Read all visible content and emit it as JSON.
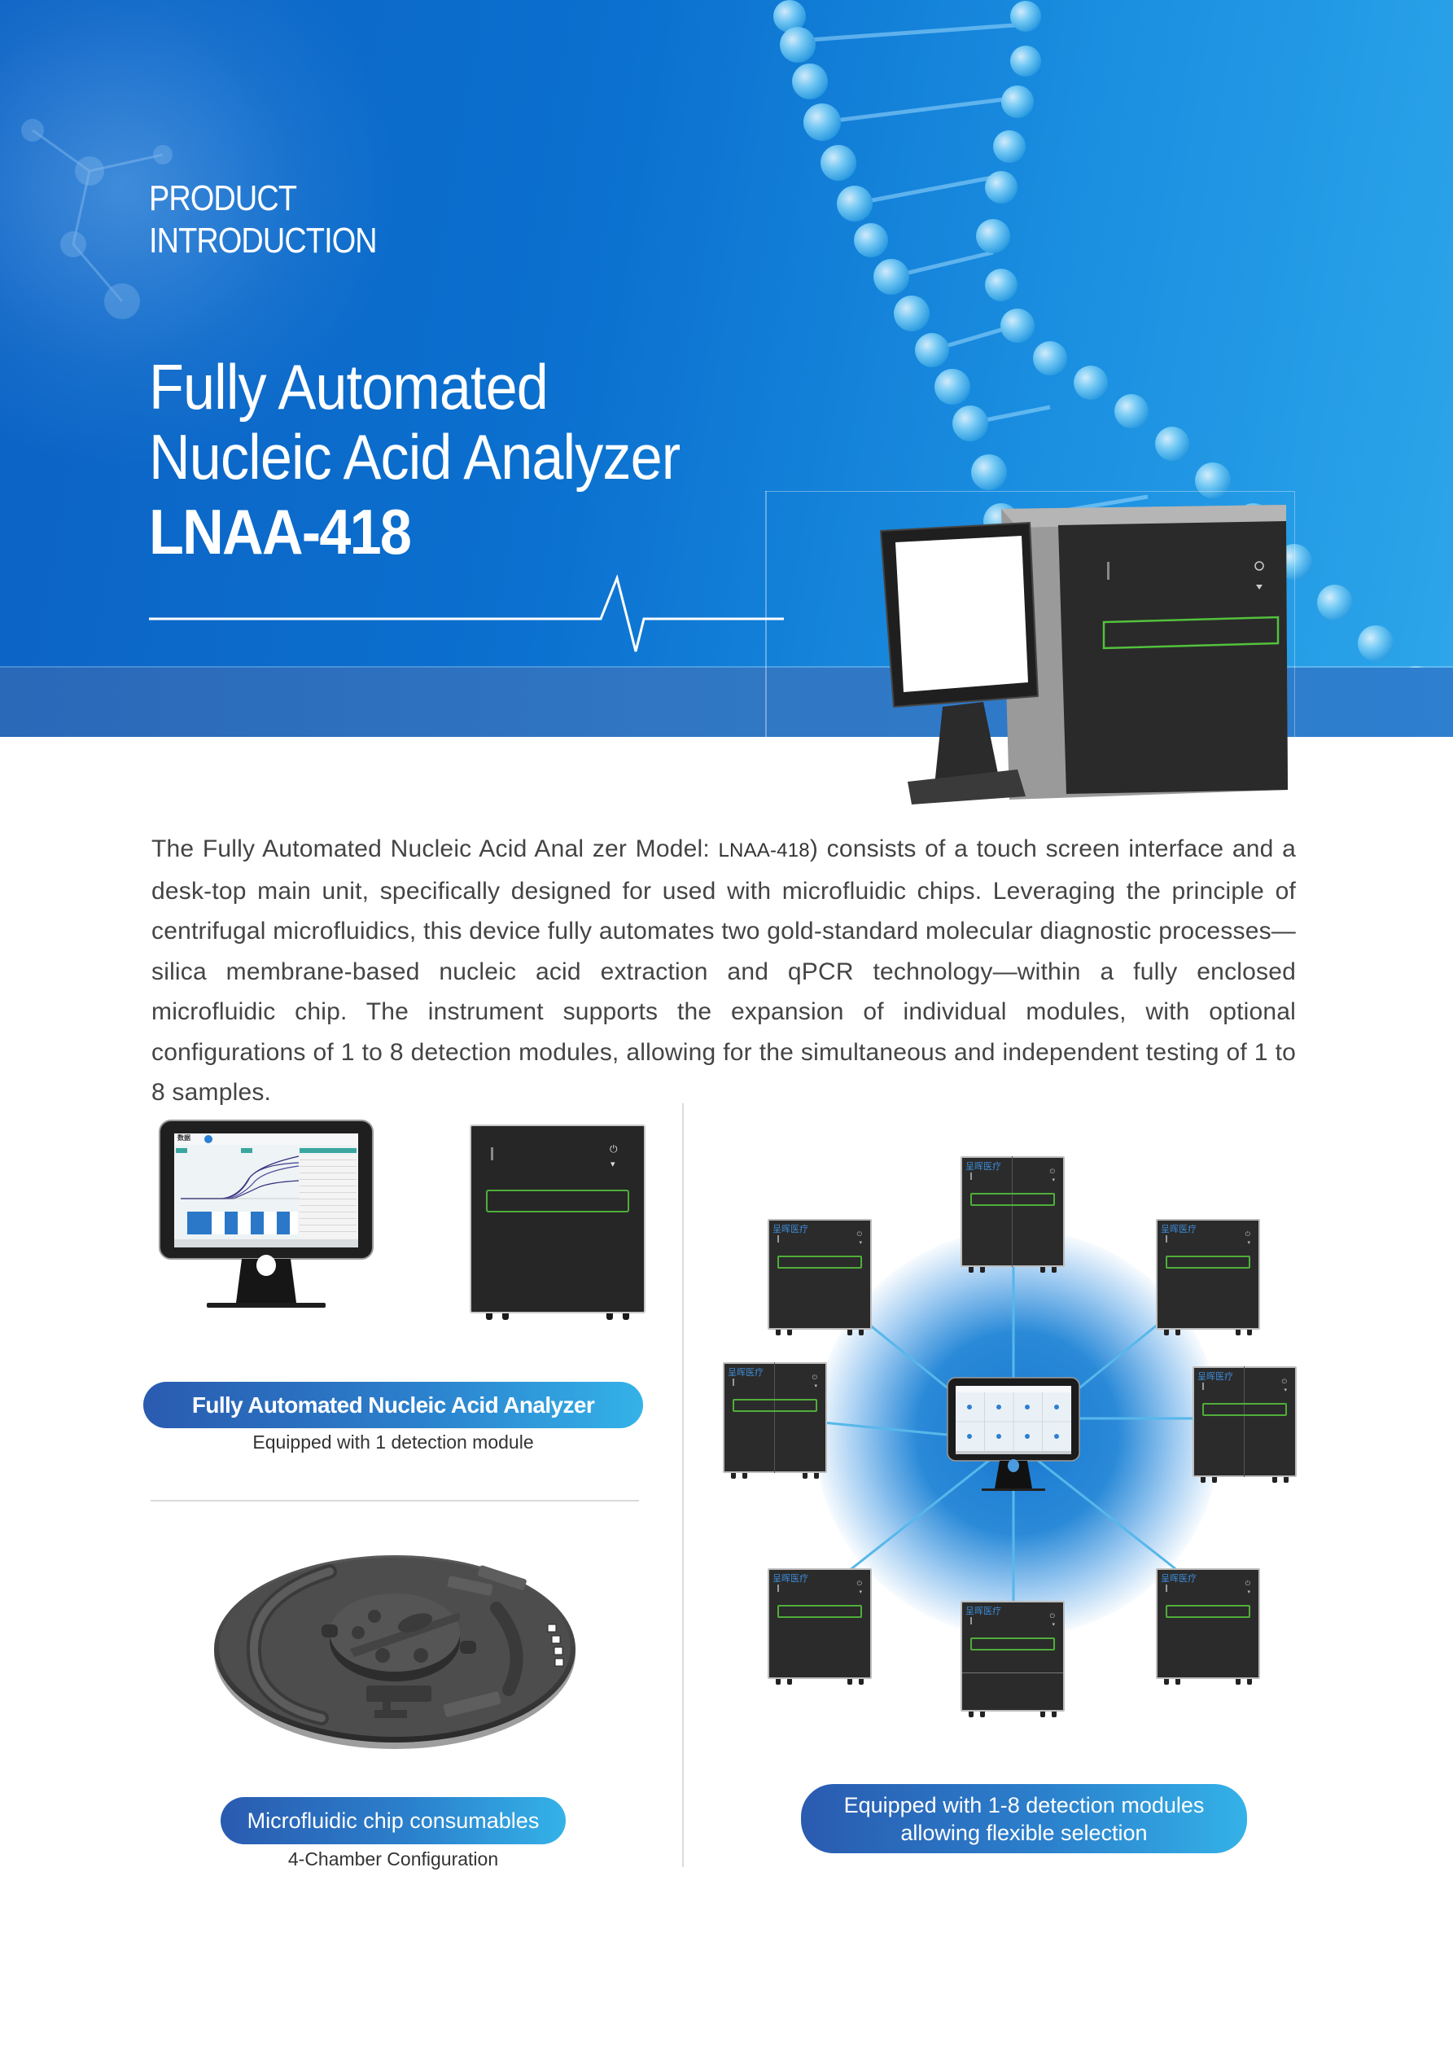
{
  "hero": {
    "eyebrow_line1": "PRODUCT",
    "eyebrow_line2": "INTRODUCTION",
    "title_line1": "Fully Automated",
    "title_line2": "Nucleic Acid Analyzer",
    "model": "LNAA-418",
    "colors": {
      "primary_blue": "#0b70cf",
      "band_blue": "#2e72c0",
      "slot_green": "#4fae3a"
    }
  },
  "intro": {
    "part1": "The Fully Automated Nucleic Acid Anal zer  Model: ",
    "model": "LNAA-418",
    "part2": ") consists of a touch screen interface and a desk-top main unit, specifically designed for used with microfluidic chips. Leveraging the principle of centrifugal microfluidics, this device fully automates two gold-standard molecular diagnostic processes—silica membrane-based nucleic acid extraction and qPCR technology—within a fully enclosed microfluidic chip. The instrument supports the expansion of individual modules, with optional configurations of 1 to 8 detection modules, allowing for the simultaneous and independent testing of 1 to 8 samples."
  },
  "analyzer_panel": {
    "screen_header": "数据",
    "pill_label": "Fully Automated Nucleic Acid Analyzer",
    "caption": "Equipped with 1 detection module"
  },
  "chip_panel": {
    "pill_label": "Microfluidic chip consumables",
    "caption": "4-Chamber Configuration"
  },
  "modules_panel": {
    "module_brand": "呈晖医疗",
    "module_count": 8,
    "pill_line1": "Equipped with 1-8 detection modules",
    "pill_line2": "allowing flexible selection"
  },
  "icons": {
    "power": "⏻",
    "eject": "▾"
  }
}
